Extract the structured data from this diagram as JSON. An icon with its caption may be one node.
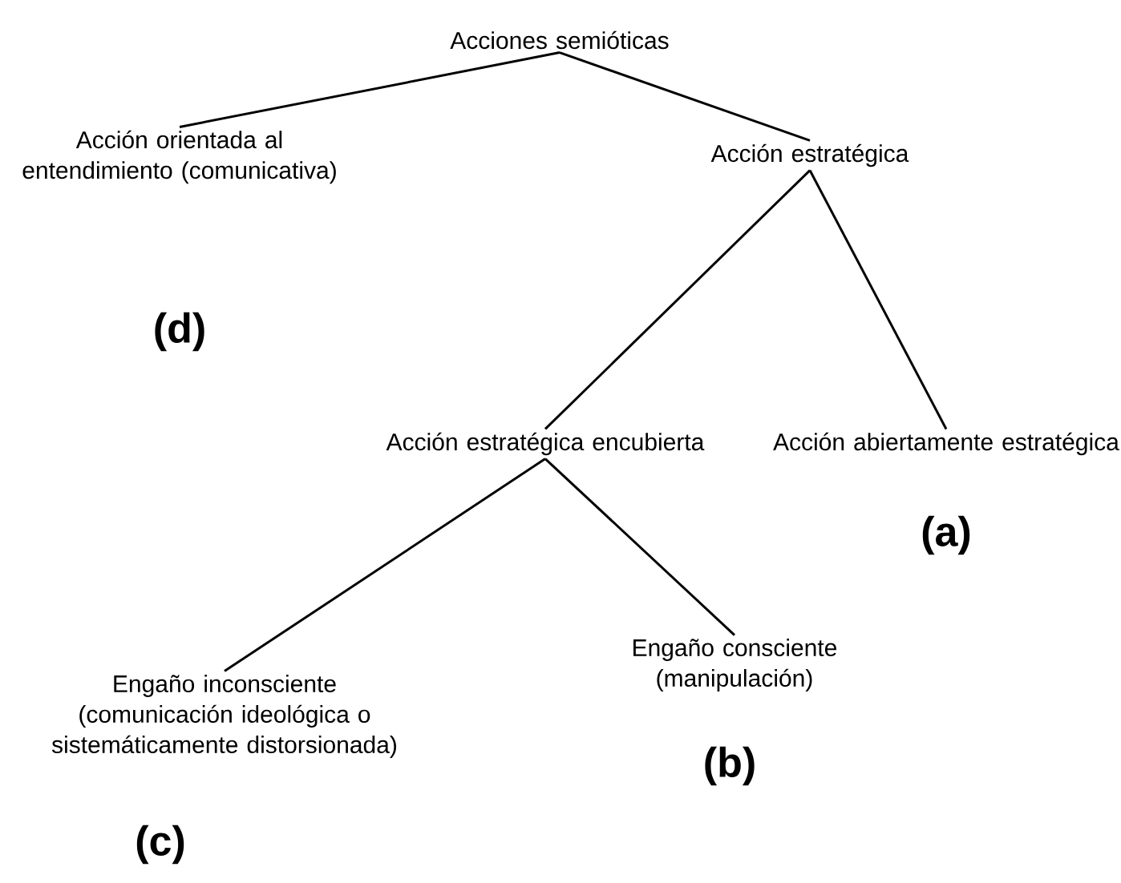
{
  "diagram": {
    "nodes": [
      {
        "text": [
          "Acciones semióticas"
        ]
      },
      {
        "text": [
          "Acción orientada al entendimiento (comunicativa)"
        ],
        "beside": [
          "(d)"
        ]
      },
      {
        "text": [
          "Acción estratégica"
        ]
      },
      {
        "text": [
          "Acción estratégica encubierta"
        ]
      },
      {
        "text": [
          "Acción abiertamente estratégica"
        ],
        "beside": [
          "(a)"
        ]
      },
      {
        "text": [
          "Engaño inconsciente (comunicación ideológica o sistemáticamente distorsionada)"
        ],
        "beside": [
          "(c)"
        ]
      },
      {
        "text": [
          "Engaño consciente (manipulación)"
        ],
        "beside": [
          "(b)"
        ]
      }
    ],
    "edges": [
      {
        "from": 0,
        "to": 1,
        "arrow": "none"
      },
      {
        "from": 0,
        "to": 2,
        "arrow": "none"
      },
      {
        "from": 2,
        "to": 3,
        "arrow": "none"
      },
      {
        "from": 2,
        "to": 4,
        "arrow": "none"
      },
      {
        "from": 3,
        "to": 5,
        "arrow": "none"
      },
      {
        "from": 3,
        "to": 6,
        "arrow": "none"
      }
    ]
  }
}
